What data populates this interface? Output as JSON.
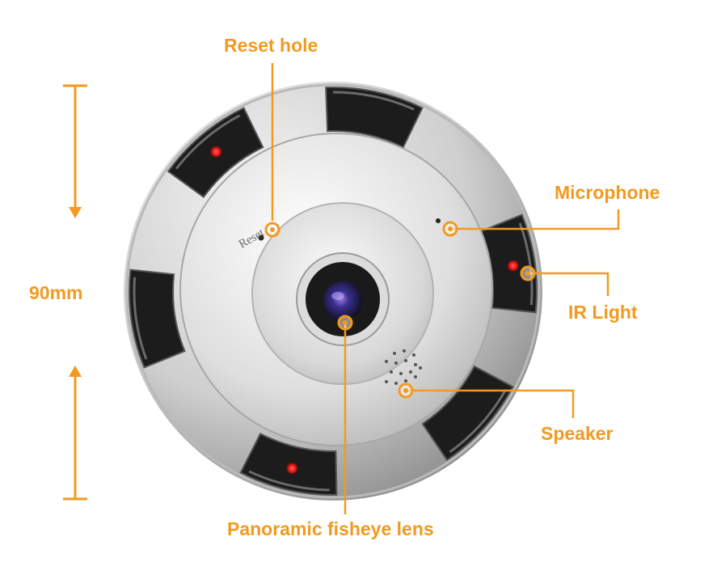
{
  "labels": {
    "reset_hole": "Reset hole",
    "microphone": "Microphone",
    "ir_light": "IR Light",
    "speaker": "Speaker",
    "lens": "Panoramic fisheye lens",
    "dimension": "90mm"
  },
  "device_markings": {
    "reset": "Reset"
  },
  "colors": {
    "accent": "#f29a1f",
    "body_light": "#f2f2f2",
    "body_dark": "#8c8c8c",
    "ir_window": "#1c1c1c",
    "ir_led": "#e61a1a",
    "lens_glass": "#3a2f8f"
  }
}
